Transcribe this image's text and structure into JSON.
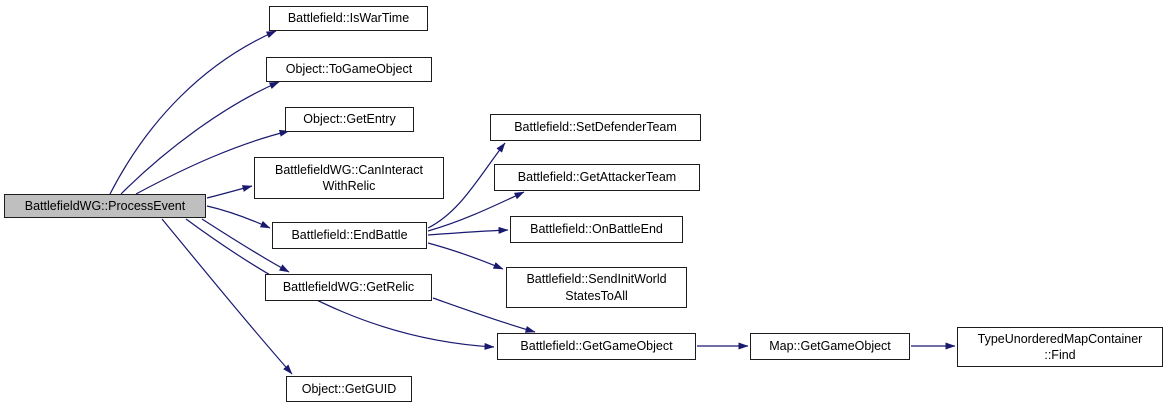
{
  "diagram": {
    "type": "call-graph",
    "background_color": "#ffffff",
    "edge_color": "#191970",
    "node_fill": "#ffffff",
    "node_border_color": "#1c1c1c",
    "highlighted_node_fill": "#bfbfbf",
    "nodes": {
      "process_event": {
        "label": "BattlefieldWG::ProcessEvent",
        "highlighted": true
      },
      "is_war_time": {
        "label": "Battlefield::IsWarTime"
      },
      "to_game_object": {
        "label": "Object::ToGameObject"
      },
      "get_entry": {
        "label": "Object::GetEntry"
      },
      "can_interact_with_relic": {
        "label": "BattlefieldWG::CanInteract\nWithRelic"
      },
      "end_battle": {
        "label": "Battlefield::EndBattle"
      },
      "get_relic": {
        "label": "BattlefieldWG::GetRelic"
      },
      "get_guid": {
        "label": "Object::GetGUID"
      },
      "set_defender_team": {
        "label": "Battlefield::SetDefenderTeam"
      },
      "get_attacker_team": {
        "label": "Battlefield::GetAttackerTeam"
      },
      "on_battle_end": {
        "label": "Battlefield::OnBattleEnd"
      },
      "send_init_world_states_to_all": {
        "label": "Battlefield::SendInitWorld\nStatesToAll"
      },
      "get_game_object": {
        "label": "Battlefield::GetGameObject"
      },
      "map_get_game_object": {
        "label": "Map::GetGameObject"
      },
      "type_unordered_map_container_find": {
        "label": "TypeUnorderedMapContainer\n::Find"
      }
    },
    "edges": [
      {
        "from": "BattlefieldWG::ProcessEvent",
        "to": "Battlefield::IsWarTime"
      },
      {
        "from": "BattlefieldWG::ProcessEvent",
        "to": "Object::ToGameObject"
      },
      {
        "from": "BattlefieldWG::ProcessEvent",
        "to": "Object::GetEntry"
      },
      {
        "from": "BattlefieldWG::ProcessEvent",
        "to": "BattlefieldWG::CanInteractWithRelic"
      },
      {
        "from": "BattlefieldWG::ProcessEvent",
        "to": "Battlefield::EndBattle"
      },
      {
        "from": "BattlefieldWG::ProcessEvent",
        "to": "BattlefieldWG::GetRelic"
      },
      {
        "from": "BattlefieldWG::ProcessEvent",
        "to": "Battlefield::GetGameObject"
      },
      {
        "from": "BattlefieldWG::ProcessEvent",
        "to": "Object::GetGUID"
      },
      {
        "from": "Battlefield::EndBattle",
        "to": "Battlefield::SetDefenderTeam"
      },
      {
        "from": "Battlefield::EndBattle",
        "to": "Battlefield::GetAttackerTeam"
      },
      {
        "from": "Battlefield::EndBattle",
        "to": "Battlefield::OnBattleEnd"
      },
      {
        "from": "Battlefield::EndBattle",
        "to": "Battlefield::SendInitWorldStatesToAll"
      },
      {
        "from": "BattlefieldWG::GetRelic",
        "to": "Battlefield::GetGameObject"
      },
      {
        "from": "Battlefield::GetGameObject",
        "to": "Map::GetGameObject"
      },
      {
        "from": "Map::GetGameObject",
        "to": "TypeUnorderedMapContainer::Find"
      }
    ]
  }
}
